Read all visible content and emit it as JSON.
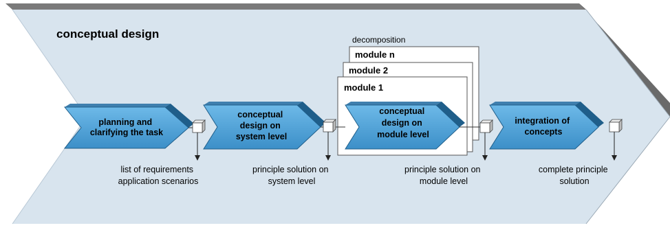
{
  "title": "conceptual design",
  "colors": {
    "arrow_fill": "#d8e4ee",
    "arrow_top": "#7a7a7a",
    "arrow_side": "#6a6a6a",
    "process_fill": "#4a9fd6",
    "process_dark": "#1f5e8a",
    "box_stroke": "#555555"
  },
  "processes": {
    "p1": [
      "planning and",
      "clarifying the task"
    ],
    "p2": [
      "conceptual",
      "design on",
      "system level"
    ],
    "p3": [
      "conceptual",
      "design on",
      "module level"
    ],
    "p4": [
      "integration of",
      "concepts"
    ]
  },
  "modules": {
    "decomposition": "decomposition",
    "module_n": "module n",
    "module_2": "module 2",
    "module_1": "module 1"
  },
  "outputs": {
    "o1": [
      "list of requirements",
      "application scenarios"
    ],
    "o2": [
      "principle solution on",
      "system level"
    ],
    "o3": [
      "principle solution on",
      "module level"
    ],
    "o4": [
      "complete principle",
      "solution"
    ]
  }
}
